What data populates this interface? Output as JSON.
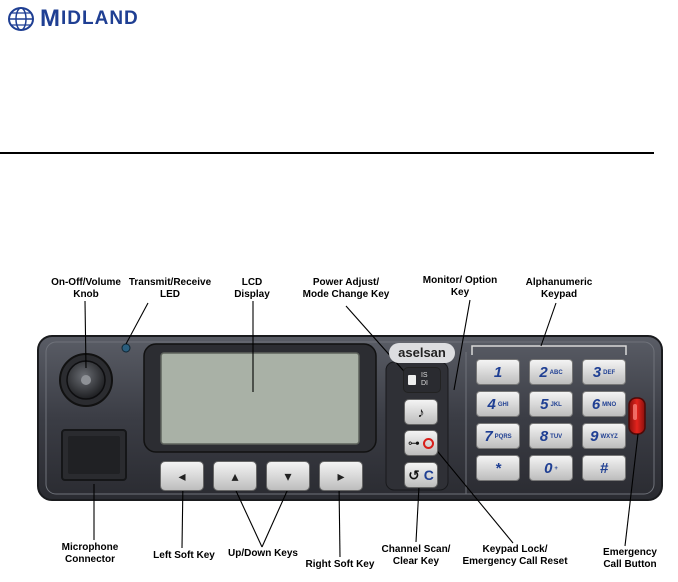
{
  "brand": {
    "name": "IDLAND",
    "initial": "M",
    "logo_icon": "globe-icon"
  },
  "radio": {
    "brand_badge": "aselsan",
    "lock_key_marks": "IS\nDI"
  },
  "callouts": {
    "on_off": "On-Off/Volume\nKnob",
    "tx_rx": "Transmit/Receive\nLED",
    "lcd": "LCD\nDisplay",
    "power": "Power Adjust/\nMode Change Key",
    "monitor": "Monitor/ Option\nKey",
    "alpha": "Alphanumeric\nKeypad",
    "mic": "Microphone\nConnector",
    "left_soft": "Left Soft Key",
    "up_down": "Up/Down Keys",
    "right_soft": "Right Soft Key",
    "channel_scan": "Channel Scan/\nClear Key",
    "keypad_lock": "Keypad Lock/\nEmergency Call Reset",
    "emergency": "Emergency\nCall Button"
  },
  "keypad": [
    {
      "digit": "1",
      "letters": ""
    },
    {
      "digit": "2",
      "letters": "ABC"
    },
    {
      "digit": "3",
      "letters": "DEF"
    },
    {
      "digit": "4",
      "letters": "GHI"
    },
    {
      "digit": "5",
      "letters": "JKL"
    },
    {
      "digit": "6",
      "letters": "MNO"
    },
    {
      "digit": "7",
      "letters": "PQRS"
    },
    {
      "digit": "8",
      "letters": "TUV"
    },
    {
      "digit": "9",
      "letters": "WXYZ"
    },
    {
      "digit": "*",
      "letters": ""
    },
    {
      "digit": "0",
      "letters": "+"
    },
    {
      "digit": "#",
      "letters": ""
    }
  ],
  "function_keys": {
    "monitor_symbol": "♪",
    "lock_symbol": "⊶",
    "scan_symbol": "C"
  },
  "colors": {
    "brand_blue": "#1f3f93",
    "panel": "#3b3d45",
    "lcd": "#a9b1a6",
    "emergency_red": "#d81f1a"
  }
}
